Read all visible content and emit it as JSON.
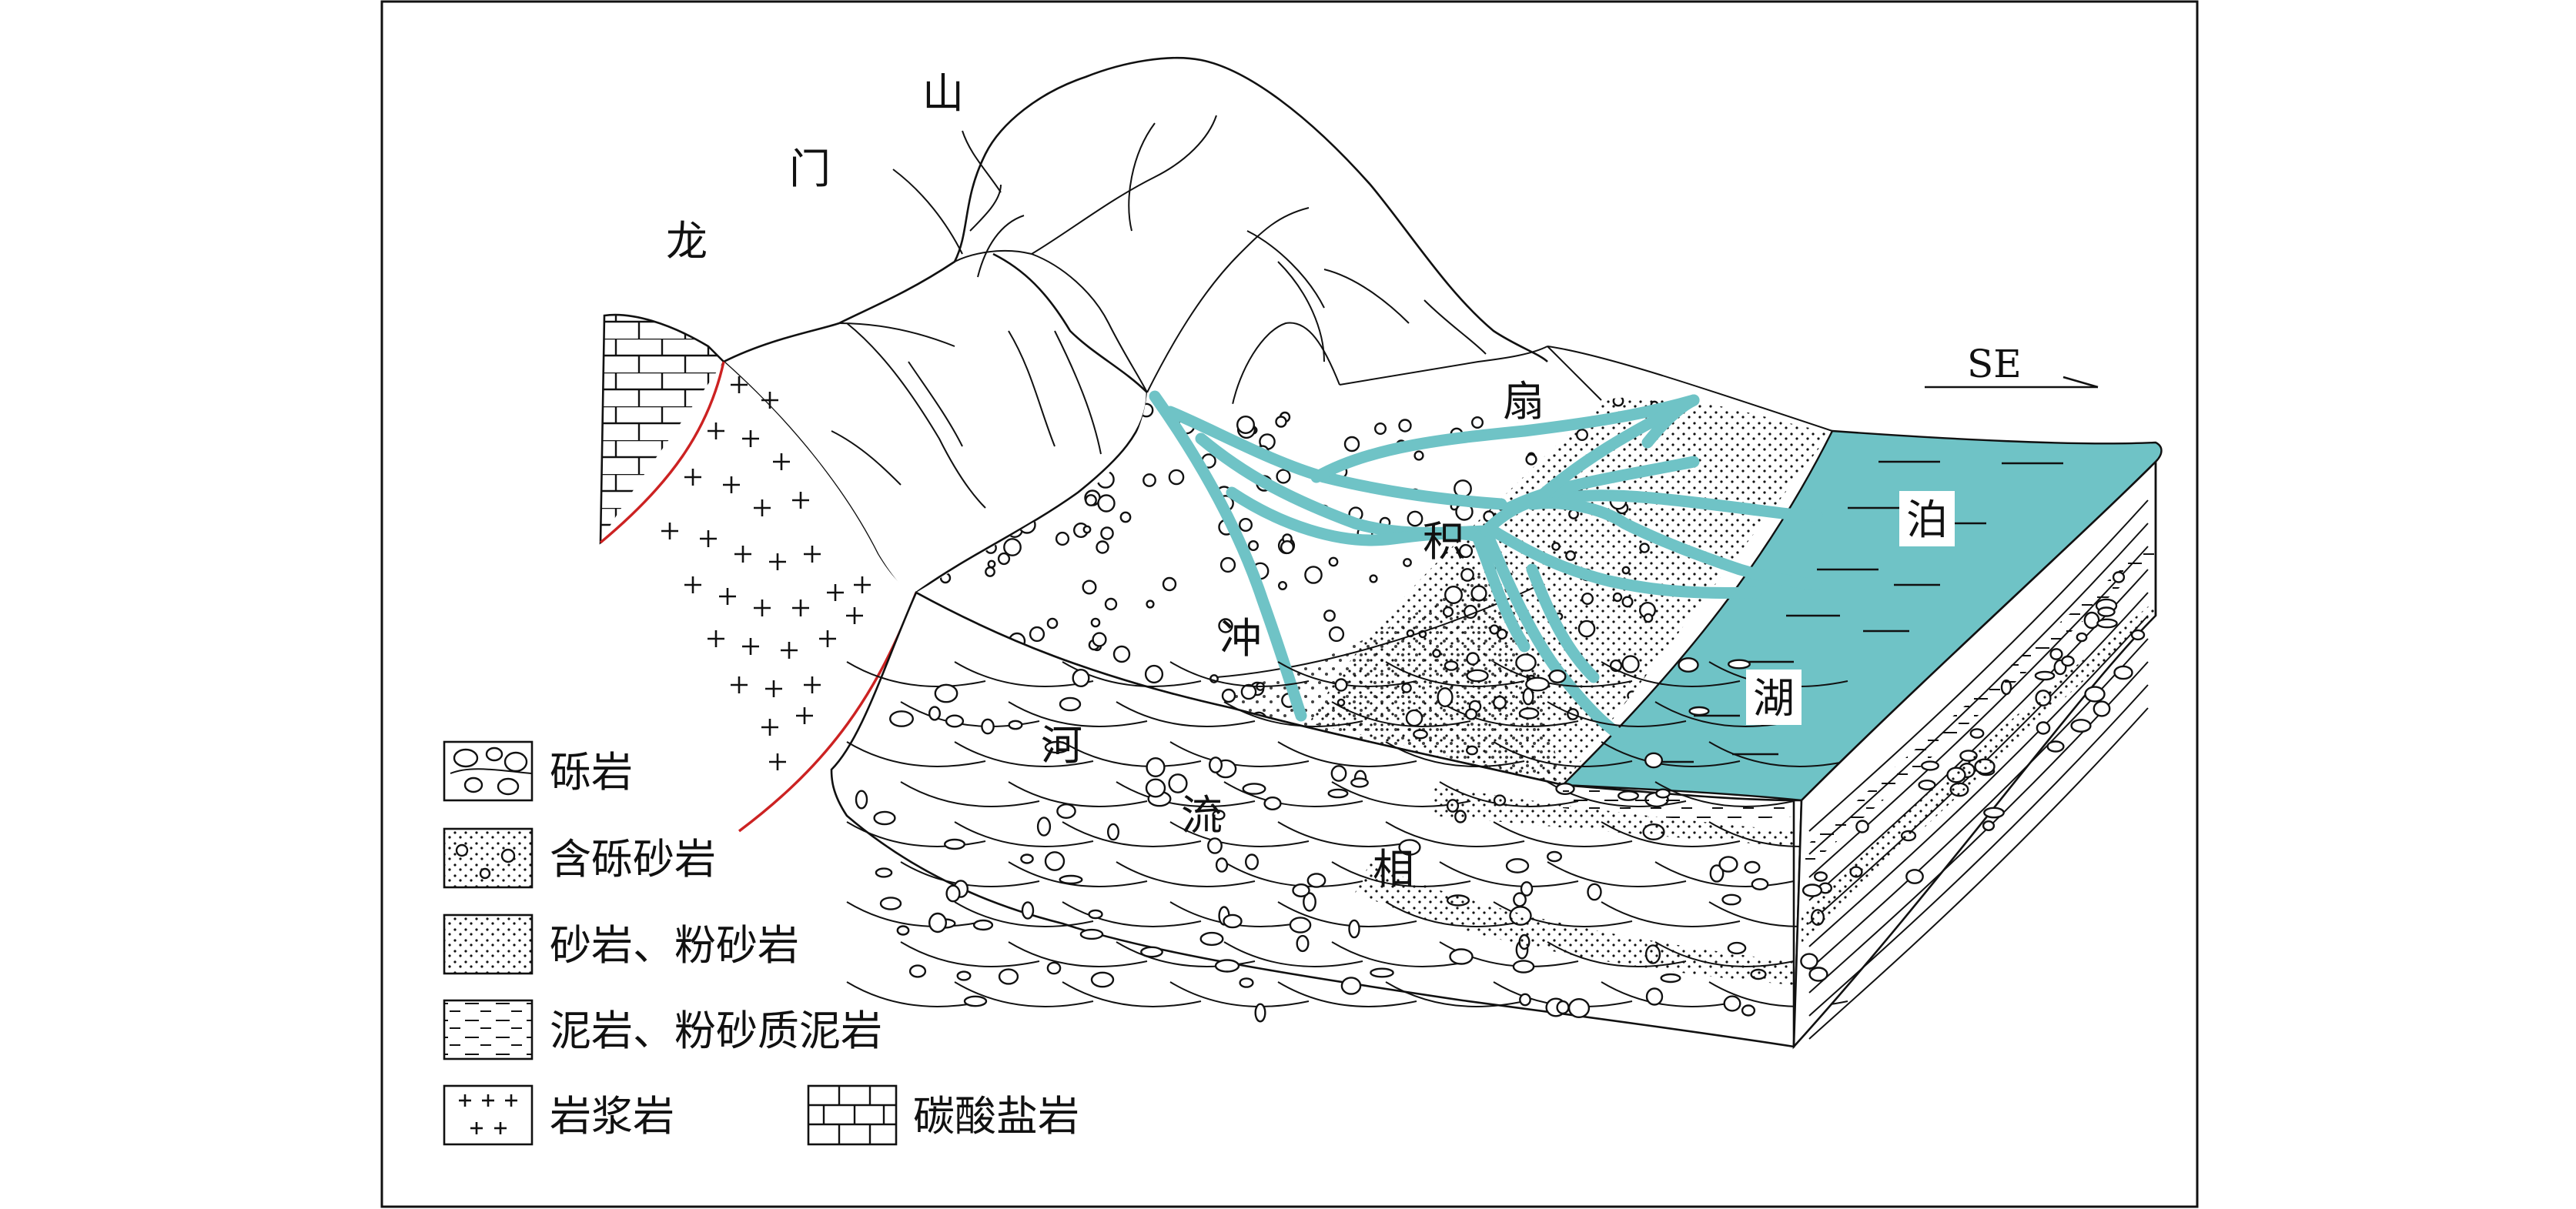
{
  "labels": {
    "mountain": [
      "龙",
      "门",
      "山"
    ],
    "fan": [
      "冲",
      "积",
      "扇"
    ],
    "river": [
      "河",
      "流",
      "相"
    ],
    "lake": [
      "湖",
      "泊"
    ],
    "direction": "SE"
  },
  "legend": {
    "items": [
      {
        "key": "conglomerate",
        "label": "砾岩"
      },
      {
        "key": "pebbly_sandstone",
        "label": "含砾砂岩"
      },
      {
        "key": "sandstone",
        "label": "砂岩、粉砂岩"
      },
      {
        "key": "mudstone",
        "label": "泥岩、粉砂质泥岩"
      },
      {
        "key": "magmatic",
        "label": "岩浆岩"
      },
      {
        "key": "carbonate",
        "label": "碳酸盐岩"
      }
    ]
  },
  "colors": {
    "water": "#6fc3c6",
    "fault": "#cc2222",
    "line": "#111111"
  }
}
